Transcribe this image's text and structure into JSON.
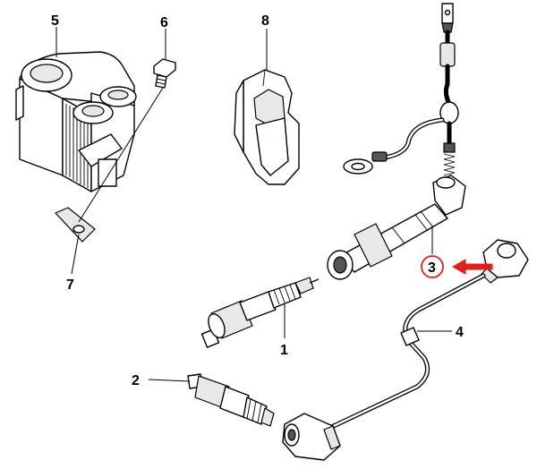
{
  "diagram": {
    "callouts": [
      {
        "id": "1",
        "text": "1"
      },
      {
        "id": "2",
        "text": "2"
      },
      {
        "id": "3",
        "text": "3"
      },
      {
        "id": "4",
        "text": "4"
      },
      {
        "id": "5",
        "text": "5"
      },
      {
        "id": "6",
        "text": "6"
      },
      {
        "id": "7",
        "text": "7"
      },
      {
        "id": "8",
        "text": "8"
      }
    ],
    "highlight": {
      "callout": "3",
      "color": "#e0201b",
      "icon": "arrow-left-icon"
    },
    "parts": [
      {
        "ref": "5",
        "icon": "ignition-coil-icon"
      },
      {
        "ref": "6",
        "icon": "screw-icon"
      },
      {
        "ref": "7",
        "icon": "washer-plate-icon"
      },
      {
        "ref": "8",
        "icon": "bracket-clip-icon"
      },
      {
        "ref": "3",
        "icon": "spark-plug-connector-icon"
      },
      {
        "ref": "4",
        "icon": "ignition-lead-icon"
      },
      {
        "ref": "1",
        "icon": "spark-plug-icon"
      },
      {
        "ref": "2",
        "icon": "spark-plug-icon"
      }
    ]
  }
}
